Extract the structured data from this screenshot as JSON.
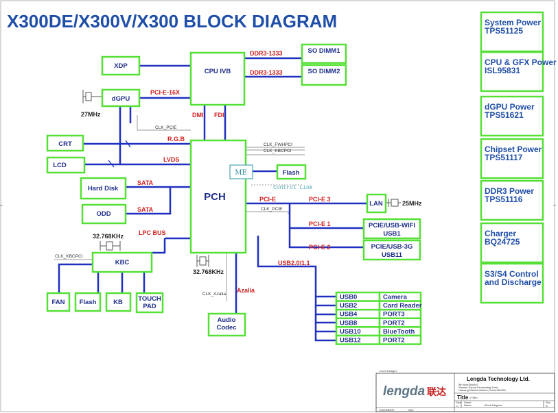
{
  "title": "X300DE/X300V/X300 BLOCK DIAGRAM",
  "blocks": {
    "xdp": "XDP",
    "cpu": "CPU IVB",
    "dimm1": "SO DIMM1",
    "dimm2": "SO DIMM2",
    "dgpu": "dGPU",
    "crt": "CRT",
    "lcd": "LCD",
    "hdd": "Hard Disk",
    "odd": "ODD",
    "pch": "PCH",
    "me": "ME",
    "flash_pch": "Flash",
    "lan": "LAN",
    "kbc": "KBC",
    "fan": "FAN",
    "flash_kbc": "Flash",
    "kb": "KB",
    "touchpad_1": "TOUCH",
    "touchpad_2": "PAD",
    "audio_1": "Audio",
    "audio_2": "Codec",
    "wifi_1": "PCIE/USB-WIFI",
    "wifi_2": "USB1",
    "g3_1": "PCIE/USB-3G",
    "g3_2": "USB11"
  },
  "usb_table": [
    {
      "port": "USB0",
      "device": "Camera"
    },
    {
      "port": "USB2",
      "device": "Card Reader"
    },
    {
      "port": "USB4",
      "device": "PORT3"
    },
    {
      "port": "USB8",
      "device": "PORT2"
    },
    {
      "port": "USB10",
      "device": "BlueTooth"
    },
    {
      "port": "USB12",
      "device": "PORT2"
    }
  ],
  "power_boxes": [
    {
      "l1": "System Power",
      "l2": "TPS51125"
    },
    {
      "l1": "CPU & GFX Power",
      "l2": "ISL95831"
    },
    {
      "l1": "dGPU Power",
      "l2": "TPS51621"
    },
    {
      "l1": "Chipset Power",
      "l2": "TPS51117"
    },
    {
      "l1": "DDR3 Power",
      "l2": "TPS51116"
    },
    {
      "l1": "Charger",
      "l2": "BQ24725"
    },
    {
      "l1": "S3/S4 Control",
      "l2": "and Discharge"
    }
  ],
  "links": {
    "ddr3_1": "DDR3-1333",
    "ddr3_2": "DDR3-1333",
    "pcie16": "PCI-E-16X",
    "dmi": "DMI",
    "fdi": "FDI",
    "rgb": "R.G.B",
    "lvds": "LVDS",
    "sata1": "SATA",
    "sata2": "SATA",
    "lpc": "LPC BUS",
    "pcie_pch": "PCI-E",
    "pcie3": "PCI-E 3",
    "pcie1": "PCI-E 1",
    "pcie2": "PCI-E 2",
    "usb": "USB2.0/1.1",
    "azalia": "Azalia",
    "control_link": "Control Link"
  },
  "clock_labels": {
    "dgpu_xtal": "27MHz",
    "clk_pcie": "CLK_PCIE",
    "clk_fwhpci": "CLK_FWHPCI",
    "clk_kbcpci_pch": "CLK_KBCPCI",
    "clk_pcie_lan": "CLK_PCIE",
    "lan_xtal": "25MHz",
    "kbc_xtal": "32.768KHz",
    "clk_kbcpci": "CLK_KBCPCI",
    "pch_xtal": "32.768KHz",
    "clk_azalia": "CLK_Azalia"
  },
  "title_block": {
    "core_design": "<Core Design>",
    "company": "Lengda Technology Ltd.",
    "addr1": "5th floor,Block E",
    "addr2": "Xiamen Export Processing Zone,",
    "addr3": "Haicang District,Xiamen,China,361026",
    "logo_text": "lengda",
    "logo_cn": "联达",
    "title_label": "Title",
    "title_value": "<Title>",
    "size_label": "Size",
    "size_value": "C",
    "sheet_label": "Sheet",
    "sheet_name_label": "Name",
    "sheet_name_value": "Block Diagram",
    "rev_label": "Rev",
    "rev_value": "A",
    "engineer": "ENGINEER:",
    "engineer_value": "Yiyih"
  }
}
